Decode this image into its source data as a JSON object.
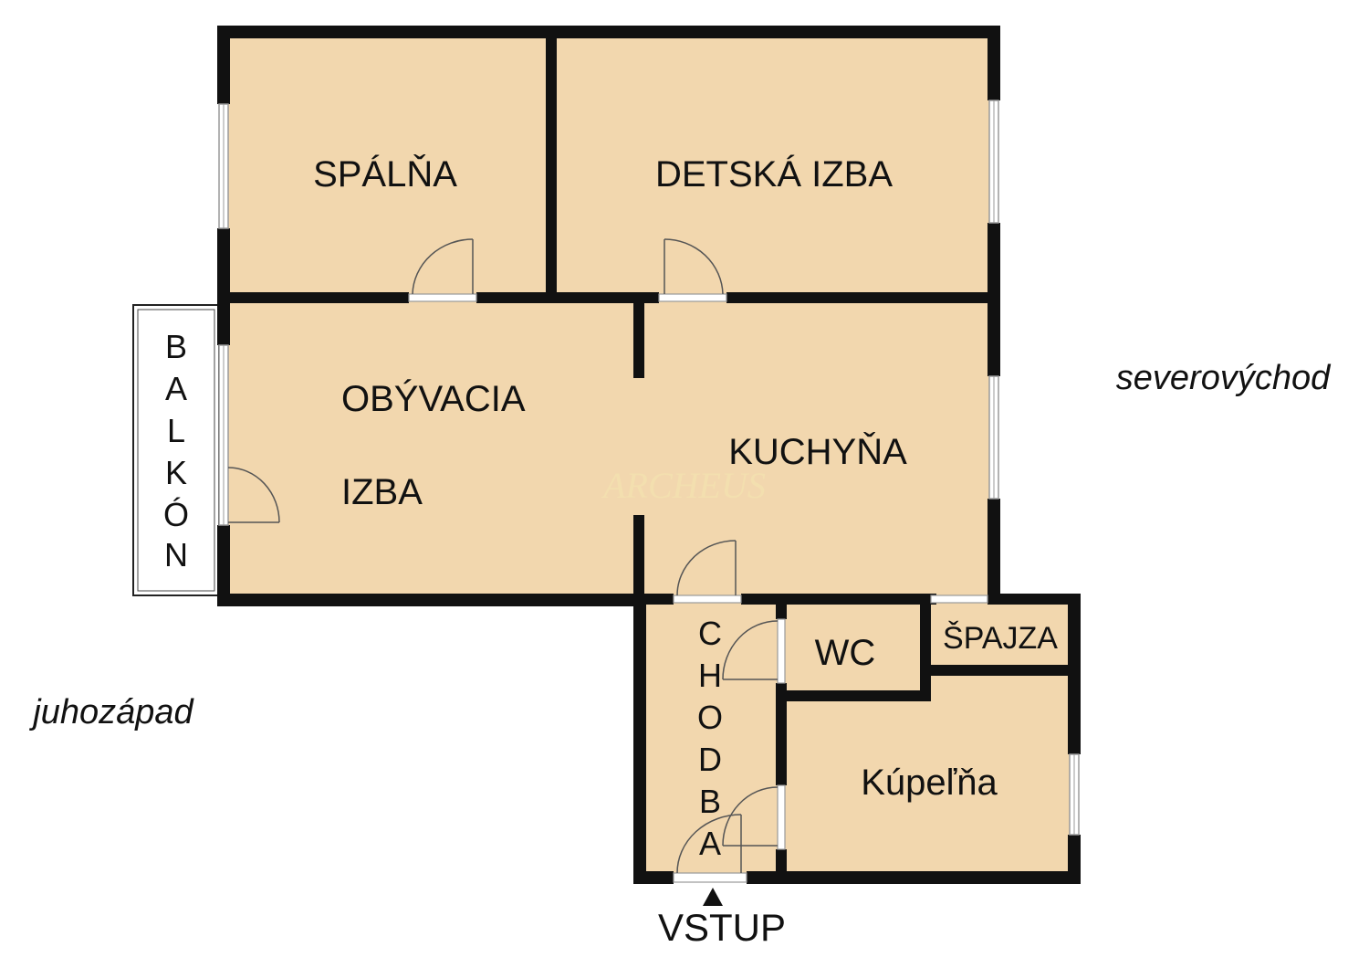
{
  "colors": {
    "floor": "#f2d7ae",
    "wall": "#111111",
    "window_glass": "#ffffff"
  },
  "rooms": {
    "spalna": "SPÁLŇA",
    "detska_izba": "DETSKÁ IZBA",
    "obyvacia_line1": "OBÝVACIA",
    "obyvacia_line2": "IZBA",
    "kuchyna": "KUCHYŇA",
    "wc": "WC",
    "spajza": "ŠPAJZA",
    "kupelna": "Kúpeľňa",
    "balkon_letters": [
      "B",
      "A",
      "L",
      "K",
      "Ó",
      "N"
    ],
    "chodba_letters": [
      "C",
      "H",
      "O",
      "D",
      "B",
      "A"
    ]
  },
  "orientation": {
    "northeast": "severovýchod",
    "southwest": "juhozápad"
  },
  "entry": {
    "label": "VSTUP",
    "arrow": "triangle-up-icon"
  },
  "watermark": "ARCHEUS"
}
